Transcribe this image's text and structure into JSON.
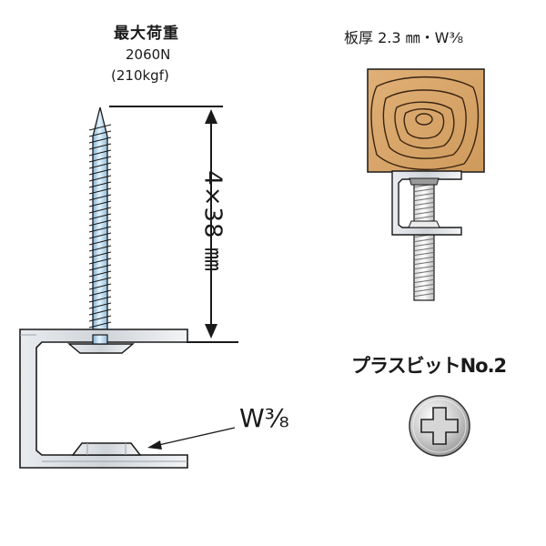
{
  "load": {
    "title": "最大荷重",
    "value_n": "2060N",
    "value_kgf": "(210kgf)"
  },
  "dimension": {
    "screw_size": "4×38 ㎜"
  },
  "spec": {
    "thickness": "板厚 2.3 ㎜・W⅜"
  },
  "bit": {
    "label": "プラスビットNo.2"
  },
  "hanger": {
    "thread_label": "W⅜"
  },
  "colors": {
    "wood": "#d9a467",
    "wood_ring": "#3a2410",
    "steel": "#c9ced4",
    "screw": "#b8d8ef",
    "outline": "#1a1a1a"
  }
}
